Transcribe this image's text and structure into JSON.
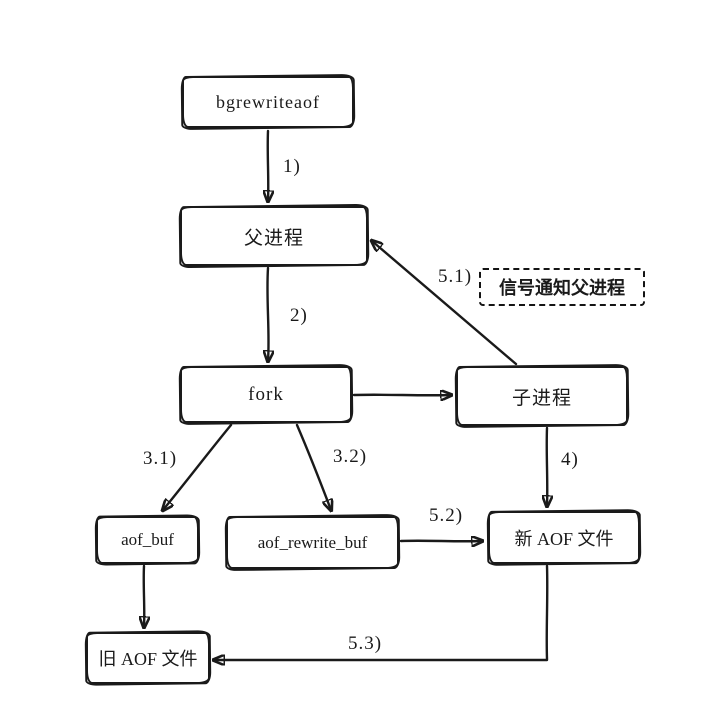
{
  "nodes": {
    "bgrewriteaof": "bgrewriteaof",
    "parent": "父进程",
    "fork": "fork",
    "child": "子进程",
    "signal": "信号通知父进程",
    "aof_buf": "aof_buf",
    "aof_rewrite_buf": "aof_rewrite_buf",
    "new_aof": "新 AOF 文件",
    "old_aof": "旧 AOF 文件"
  },
  "edges": {
    "step1": "1)",
    "step2": "2)",
    "step31": "3.1)",
    "step32": "3.2)",
    "step4": "4)",
    "step51": "5.1)",
    "step52": "5.2)",
    "step53": "5.3)"
  },
  "colors": {
    "ink": "#1a1a1a",
    "background": "#ffffff"
  }
}
